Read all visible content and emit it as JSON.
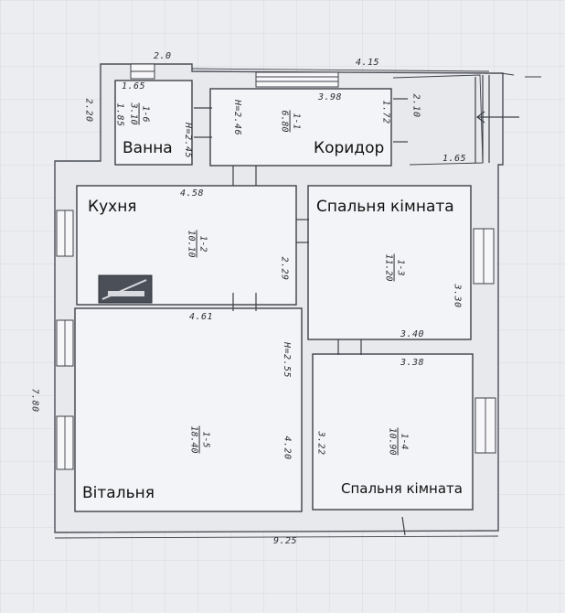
{
  "rooms": {
    "bathroom": {
      "name": "Ванна",
      "code": "1-6",
      "area": "3.10"
    },
    "corridor": {
      "name": "Коридор",
      "code": "1-1",
      "area": "6.80"
    },
    "kitchen": {
      "name": "Кухня",
      "code": "1-2",
      "area": "10.10"
    },
    "bedroom1": {
      "name": "Спальня кімната",
      "code": "1-3",
      "area": "11.20"
    },
    "living": {
      "name": "Вітальня",
      "code": "1-5",
      "area": "18.40"
    },
    "bedroom2": {
      "name": "Спальня кімната",
      "code": "1-4",
      "area": "10.90"
    }
  },
  "dimensions": {
    "top_left": "2.0",
    "top_right": "4.15",
    "bath_width": "1.65",
    "bath_height": "1.85",
    "left_upper": "2.20",
    "bath_h": "H=2.45",
    "corridor_h": "H=2.46",
    "corridor_width": "3.98",
    "corridor_height": "1.72",
    "entry_height": "2.10",
    "entry_width": "1.65",
    "kitchen_width": "4.58",
    "kitchen_height": "2.29",
    "living_width": "4.61",
    "living_h": "H=2.55",
    "living_height": "4.20",
    "bed1_height": "3.30",
    "bed1_width": "3.40",
    "bed2_width": "3.38",
    "bed2_height": "3.22",
    "total_height": "7.80",
    "total_width": "9.25"
  }
}
